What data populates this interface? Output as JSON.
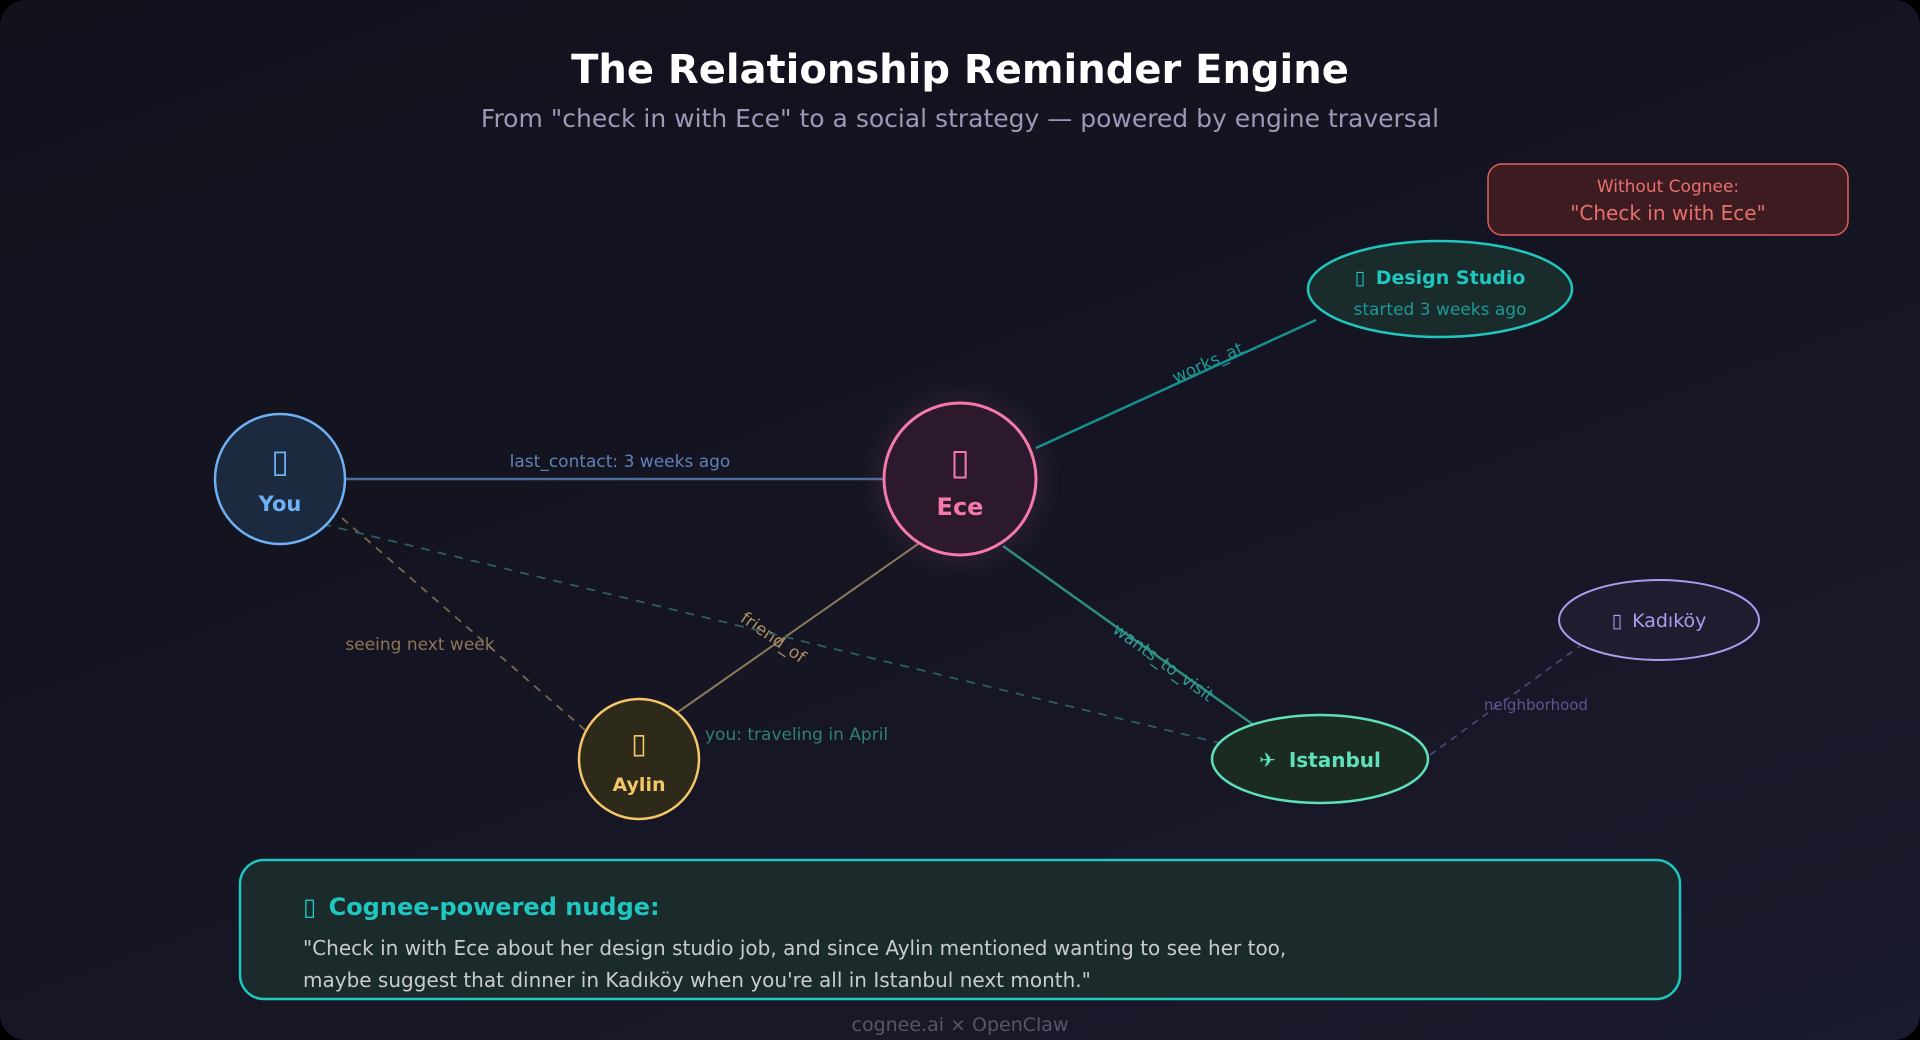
{
  "header": {
    "title": "The Relationship Reminder Engine",
    "subtitle": "From \"check in with Ece\" to a social strategy — powered by engine traversal"
  },
  "without_box": {
    "line1": "Without Cognee:",
    "line2": "\"Check in with Ece\""
  },
  "nodes": {
    "you": {
      "icon": "person-icon",
      "glyph": "▯",
      "label": "You",
      "color": "#6fb0f5"
    },
    "ece": {
      "icon": "person-icon",
      "glyph": "▯",
      "label": "Ece",
      "color": "#f57aaa"
    },
    "aylin": {
      "icon": "person-icon",
      "glyph": "▯",
      "label": "Aylin",
      "color": "#f5c56a"
    },
    "design_studio": {
      "icon": "building-icon",
      "glyph": "▯",
      "label": "Design Studio",
      "sublabel": "started 3 weeks ago",
      "color": "#1fc7c0"
    },
    "istanbul": {
      "icon": "airplane-icon",
      "glyph": "✈",
      "label": "Istanbul",
      "color": "#5ee0b8"
    },
    "kadikoy": {
      "icon": "pin-icon",
      "glyph": "▯",
      "label": "Kadıköy",
      "color": "#a89ef0"
    }
  },
  "edges": {
    "you_ece": "last_contact: 3 weeks ago",
    "ece_studio": "works_at",
    "ece_aylin": "friend_of",
    "ece_istanbul": "wants_to_visit",
    "you_aylin": "seeing next week",
    "you_istanbul": "you: traveling in April",
    "istanbul_kadikoy": "neighborhood"
  },
  "nudge": {
    "icon": "sparkle-icon",
    "glyph": "▯",
    "title": "Cognee-powered nudge:",
    "line1": "\"Check in with Ece about her design studio job, and since Aylin mentioned wanting to see her too,",
    "line2": "maybe suggest that dinner in Kadıköy when you're all in Istanbul next month.\""
  },
  "footer": "cognee.ai × OpenClaw"
}
